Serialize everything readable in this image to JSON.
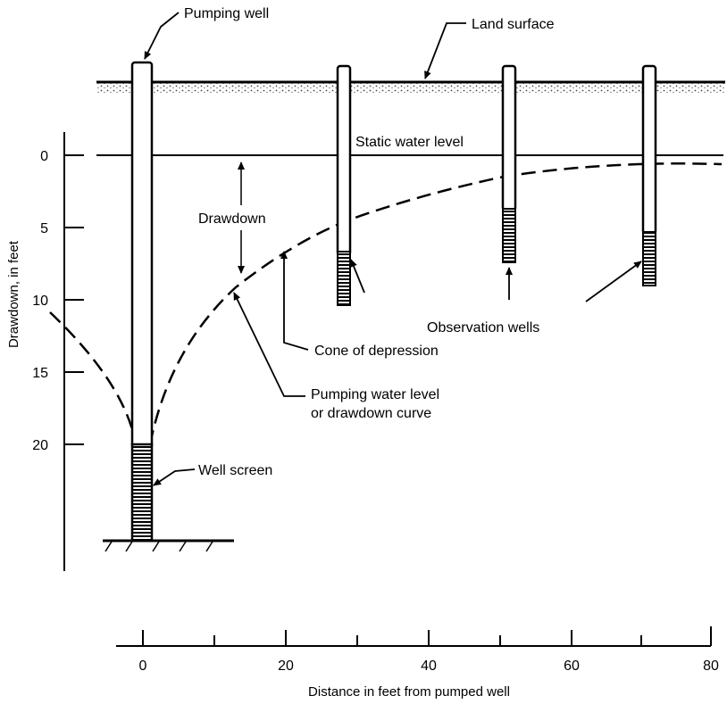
{
  "labels": {
    "pumping_well": "Pumping well",
    "land_surface": "Land surface",
    "static_water_level": "Static water level",
    "drawdown": "Drawdown",
    "observation_wells": "Observation wells",
    "cone_of_depression": "Cone of depression",
    "pumping_water_level_1": "Pumping water level",
    "pumping_water_level_2": "or drawdown curve",
    "well_screen": "Well screen"
  },
  "y_axis": {
    "title": "Drawdown, in feet",
    "ticks": [
      "0",
      "5",
      "10",
      "15",
      "20"
    ]
  },
  "x_axis": {
    "title": "Distance in feet from pumped well",
    "ticks": [
      "0",
      "20",
      "40",
      "60",
      "80"
    ]
  },
  "colors": {
    "ink": "#000000",
    "background": "#ffffff",
    "soil": "#9a9a9a"
  }
}
